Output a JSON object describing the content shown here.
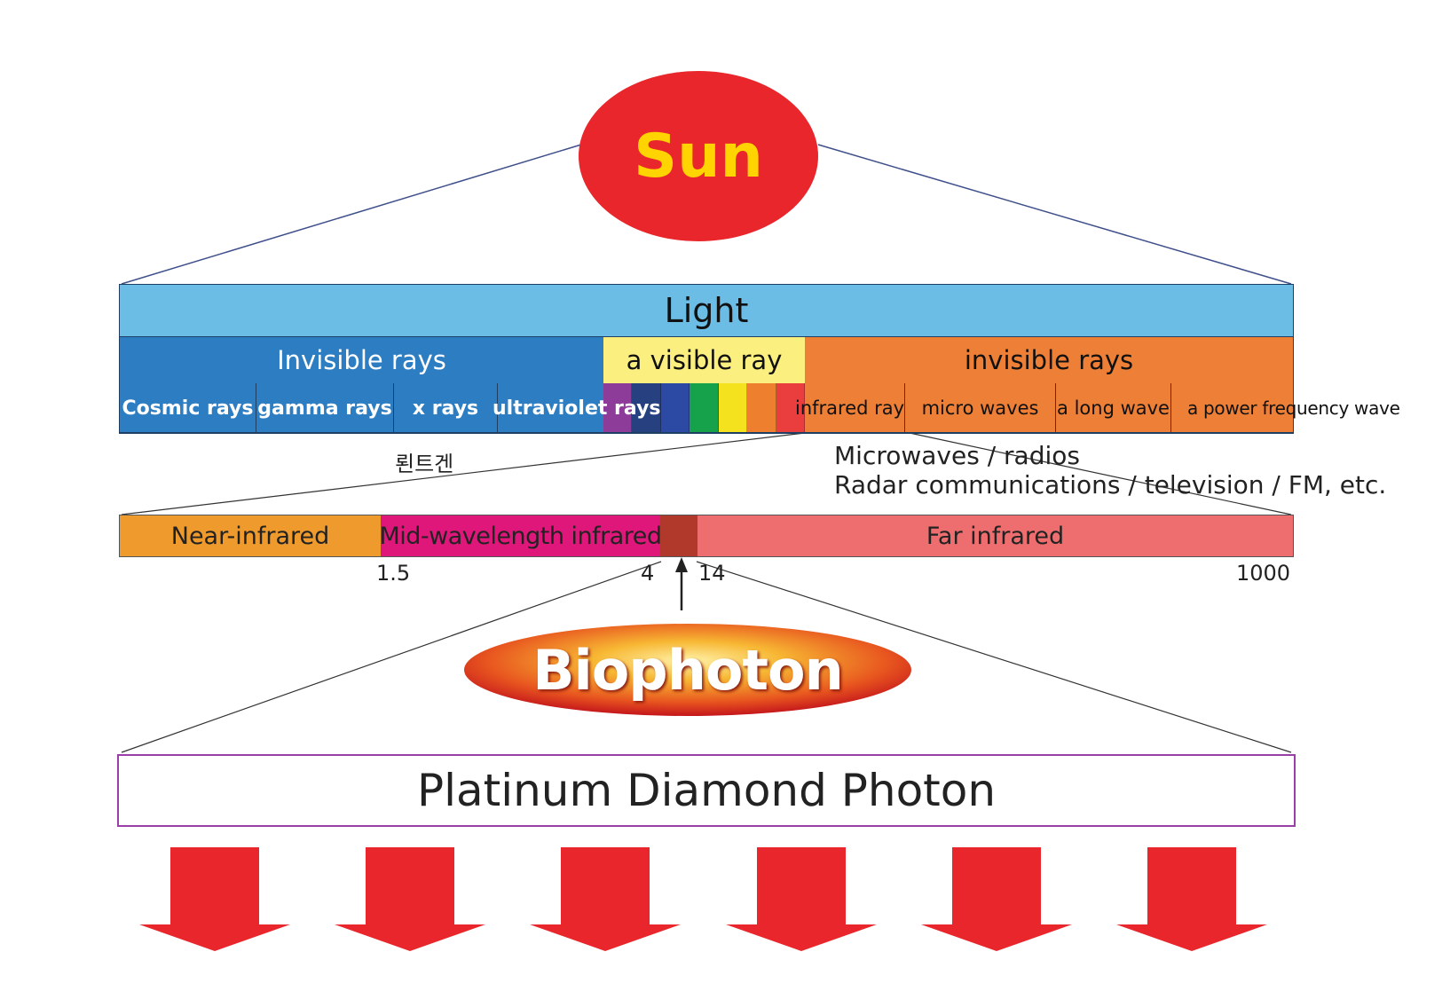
{
  "sun": {
    "label": "Sun",
    "fill": "#e8262b",
    "text_color": "#ffd400"
  },
  "spectrum": {
    "light": {
      "label": "Light",
      "color": "#6bbde6"
    },
    "groups": [
      {
        "label": "Invisible rays",
        "color": "#2d7dc2"
      },
      {
        "label": "a visible ray",
        "color": "#fbef7f"
      },
      {
        "label": "invisible rays",
        "color": "#ee7f36"
      }
    ],
    "rays_left": [
      {
        "label": "Cosmic rays"
      },
      {
        "label": "gamma rays"
      },
      {
        "label": "x rays"
      },
      {
        "label": "ultraviolet rays"
      }
    ],
    "visible_colors": [
      "#8d3c9a",
      "#27407f",
      "#2c49a4",
      "#16a24a",
      "#f4e21e",
      "#ee7f2e",
      "#ea3d3d"
    ],
    "rays_right": [
      {
        "label": "infrared rays"
      },
      {
        "label": "micro waves"
      },
      {
        "label": "a long wave"
      },
      {
        "label": "a power frequency wave"
      }
    ]
  },
  "annotations": {
    "roentgen": "뢴트겐",
    "microwaves": "Microwaves / radios",
    "radar": "Radar communications / television / FM, etc."
  },
  "infrared": {
    "segments": [
      {
        "label": "Near-infrared",
        "color": "#ef9a2d"
      },
      {
        "label": "Mid-wavelength infrared",
        "color": "#e0177b"
      },
      {
        "label": "",
        "color": "#b0392b"
      },
      {
        "label": "Far infrared",
        "color": "#ee6e6f"
      }
    ],
    "ticks": [
      "1.5",
      "4",
      "14",
      "1000"
    ]
  },
  "biophoton": {
    "label": "Biophoton"
  },
  "platinum": {
    "label": "Platinum Diamond Photon",
    "border_color": "#9b3fa8"
  },
  "arrows": {
    "color": "#e8262b"
  }
}
